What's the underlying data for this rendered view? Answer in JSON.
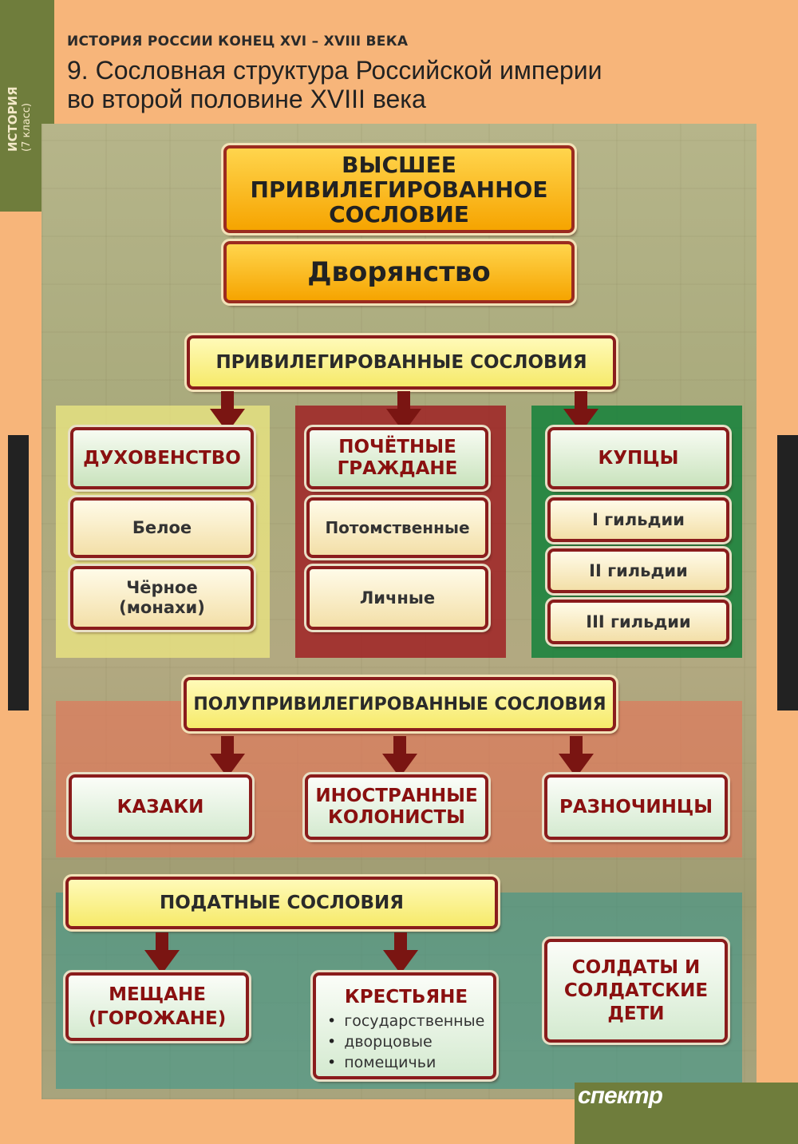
{
  "header": {
    "side_tab_label": "ИСТОРИЯ",
    "side_tab_grade": "(7 класс)",
    "subject": "ИСТОРИЯ РОССИИ КОНЕЦ XVI – XVIII ВЕКА",
    "title_line1": "9. Сословная структура Российской империи",
    "title_line2": "во второй половине XVIII века"
  },
  "diagram": {
    "highest": {
      "label": "ВЫСШЕЕ ПРИВИЛЕГИРОВАННОЕ СОСЛОВИЕ",
      "estate": "Дворянство"
    },
    "privileged": {
      "label": "ПРИВИЛЕГИРОВАННЫЕ СОСЛОВИЯ",
      "groups": [
        {
          "name": "ДУХОВЕНСТВО",
          "items": [
            "Белое",
            "Чёрное (монахи)"
          ]
        },
        {
          "name": "ПОЧЁТНЫЕ ГРАЖДАНЕ",
          "items": [
            "Потомственные",
            "Личные"
          ]
        },
        {
          "name": "КУПЦЫ",
          "items": [
            "I гильдии",
            "II гильдии",
            "III гильдии"
          ]
        }
      ]
    },
    "semi_privileged": {
      "label": "ПОЛУПРИВИЛЕГИРОВАННЫЕ СОСЛОВИЯ",
      "groups": [
        "КАЗАКИ",
        "ИНОСТРАННЫЕ КОЛОНИСТЫ",
        "РАЗНОЧИНЦЫ"
      ]
    },
    "taxable": {
      "label": "ПОДАТНЫЕ СОСЛОВИЯ",
      "townspeople": "МЕЩАНЕ (ГОРОЖАНЕ)",
      "peasants": {
        "name": "КРЕСТЬЯНЕ",
        "types": [
          "государственные",
          "дворцовые",
          "помещичьи"
        ]
      },
      "soldiers": "СОЛДАТЫ И СОЛДАТСКИЕ ДЕТИ"
    }
  },
  "footer": {
    "logo": "спектр"
  },
  "colors": {
    "frame": "#8a1c1c",
    "orange": "#f6a400",
    "yellow_panel": "#eee882",
    "red_panel": "#9e161c",
    "green_panel": "#18823c",
    "salmon_panel": "#e2785a",
    "teal_panel": "#32968c"
  }
}
